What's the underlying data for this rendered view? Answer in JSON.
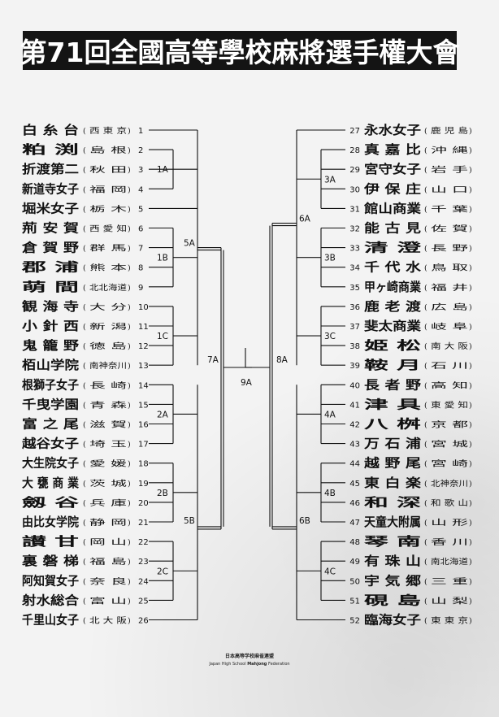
{
  "title": "第71回全國高等學校麻將選手權大會",
  "left_teams": [
    {
      "seed": "1",
      "school": "白 糸 台",
      "pref": "西 東 京"
    },
    {
      "seed": "2",
      "school": "粕    渕",
      "pref": "島    根"
    },
    {
      "seed": "3",
      "school": "折渡第二",
      "pref": "秋    田"
    },
    {
      "seed": "4",
      "school": "新道寺女子",
      "pref": "福    岡"
    },
    {
      "seed": "5",
      "school": "堀米女子",
      "pref": "栃    木"
    },
    {
      "seed": "6",
      "school": "荊 安 賀",
      "pref": "西 愛 知"
    },
    {
      "seed": "7",
      "school": "倉 賀 野",
      "pref": "群    馬"
    },
    {
      "seed": "8",
      "school": "郡    浦",
      "pref": "熊    本"
    },
    {
      "seed": "9",
      "school": "萌    間",
      "pref": "北北海道"
    },
    {
      "seed": "10",
      "school": "観 海 寺",
      "pref": "大    分"
    },
    {
      "seed": "11",
      "school": "小 針 西",
      "pref": "新    潟"
    },
    {
      "seed": "12",
      "school": "鬼 籠 野",
      "pref": "徳    島"
    },
    {
      "seed": "13",
      "school": "栢山学院",
      "pref": "南神奈川"
    },
    {
      "seed": "14",
      "school": "根獅子女子",
      "pref": "長    崎"
    },
    {
      "seed": "15",
      "school": "千曳学園",
      "pref": "青    森"
    },
    {
      "seed": "16",
      "school": "富 之 尾",
      "pref": "滋    賀"
    },
    {
      "seed": "17",
      "school": "越谷女子",
      "pref": "埼    玉"
    },
    {
      "seed": "18",
      "school": "大生院女子",
      "pref": "愛    媛"
    },
    {
      "seed": "19",
      "school": "大 甕 商 業",
      "pref": "茨    城"
    },
    {
      "seed": "20",
      "school": "劔    谷",
      "pref": "兵    庫"
    },
    {
      "seed": "21",
      "school": "由比女学院",
      "pref": "静    岡"
    },
    {
      "seed": "22",
      "school": "讃    甘",
      "pref": "岡    山"
    },
    {
      "seed": "23",
      "school": "裏 磐 梯",
      "pref": "福    島"
    },
    {
      "seed": "24",
      "school": "阿知賀女子",
      "pref": "奈    良"
    },
    {
      "seed": "25",
      "school": "射水総合",
      "pref": "富    山"
    },
    {
      "seed": "26",
      "school": "千里山女子",
      "pref": "北 大 阪"
    }
  ],
  "right_teams": [
    {
      "seed": "27",
      "school": "永水女子",
      "pref": "鹿 児 島"
    },
    {
      "seed": "28",
      "school": "真 嘉 比",
      "pref": "沖    縄"
    },
    {
      "seed": "29",
      "school": "宮守女子",
      "pref": "岩    手"
    },
    {
      "seed": "30",
      "school": "伊 保 庄",
      "pref": "山    口"
    },
    {
      "seed": "31",
      "school": "館山商業",
      "pref": "千    葉"
    },
    {
      "seed": "32",
      "school": "能 古 見",
      "pref": "佐    賀"
    },
    {
      "seed": "33",
      "school": "清      澄",
      "pref": "長    野"
    },
    {
      "seed": "34",
      "school": "千 代 水",
      "pref": "鳥    取"
    },
    {
      "seed": "35",
      "school": "甲ヶ崎商業",
      "pref": "福    井"
    },
    {
      "seed": "36",
      "school": "鹿 老 渡",
      "pref": "広    島"
    },
    {
      "seed": "37",
      "school": "斐太商業",
      "pref": "岐    阜"
    },
    {
      "seed": "38",
      "school": "姫      松",
      "pref": "南 大 阪"
    },
    {
      "seed": "39",
      "school": "鞍      月",
      "pref": "石    川"
    },
    {
      "seed": "40",
      "school": "長 者 野",
      "pref": "高    知"
    },
    {
      "seed": "41",
      "school": "津      具",
      "pref": "東 愛 知"
    },
    {
      "seed": "42",
      "school": "八      桝",
      "pref": "京    都"
    },
    {
      "seed": "43",
      "school": "万 石 浦",
      "pref": "宮    城"
    },
    {
      "seed": "44",
      "school": "越 野 尾",
      "pref": "宮    崎"
    },
    {
      "seed": "45",
      "school": "東 白 楽",
      "pref": "北神奈川"
    },
    {
      "seed": "46",
      "school": "和      深",
      "pref": "和 歌 山"
    },
    {
      "seed": "47",
      "school": "天童大附属",
      "pref": "山    形"
    },
    {
      "seed": "48",
      "school": "琴      南",
      "pref": "香    川"
    },
    {
      "seed": "49",
      "school": "有 珠 山",
      "pref": "南北海道"
    },
    {
      "seed": "50",
      "school": "宇 気 郷",
      "pref": "三    重"
    },
    {
      "seed": "51",
      "school": "硯      島",
      "pref": "山    梨"
    },
    {
      "seed": "52",
      "school": "臨海女子",
      "pref": "東 東 京"
    }
  ],
  "match_labels": {
    "1A": "1A",
    "1B": "1B",
    "1C": "1C",
    "2A": "2A",
    "2B": "2B",
    "2C": "2C",
    "3A": "3A",
    "3B": "3B",
    "3C": "3C",
    "4A": "4A",
    "4B": "4B",
    "4C": "4C",
    "5A": "5A",
    "5B": "5B",
    "6A": "6A",
    "6B": "6B",
    "7A": "7A",
    "8A": "8A",
    "9A": "9A"
  },
  "footer": {
    "org_jp": "日本高等学校麻雀連盟",
    "org_en_prefix": "Japan High School ",
    "org_en_brand": "Mahjong",
    "org_en_suffix": " Federation"
  }
}
